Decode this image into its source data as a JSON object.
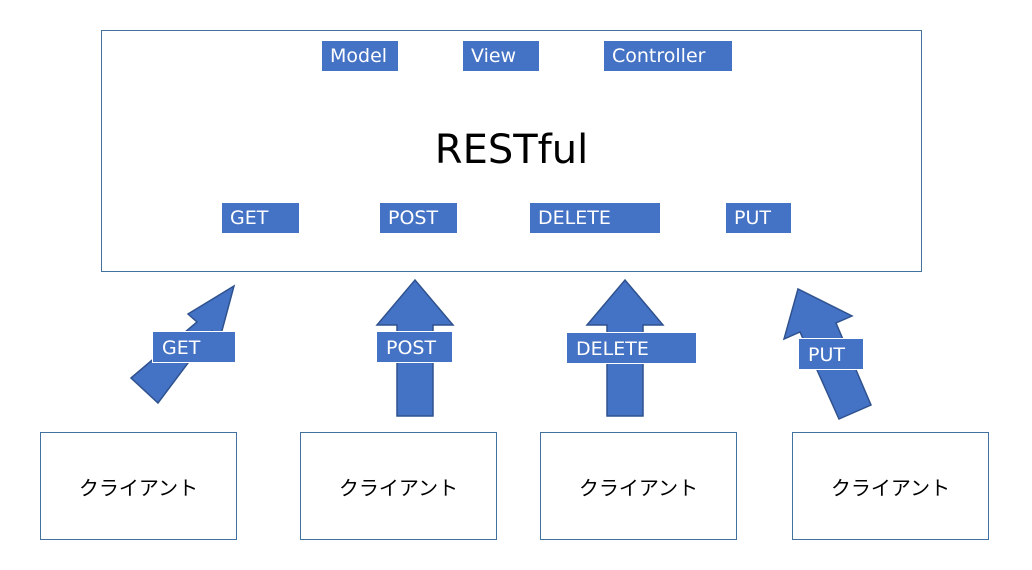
{
  "server": {
    "title": "RESTful",
    "mvc": [
      "Model",
      "View",
      "Controller"
    ],
    "methods": [
      "GET",
      "POST",
      "DELETE",
      "PUT"
    ]
  },
  "arrows": [
    "GET",
    "POST",
    "DELETE",
    "PUT"
  ],
  "clients": [
    "クライアント",
    "クライアント",
    "クライアント",
    "クライアント"
  ],
  "colors": {
    "accent": "#4472c4",
    "border": "#41719c",
    "arrow_stroke": "#2f528f"
  }
}
